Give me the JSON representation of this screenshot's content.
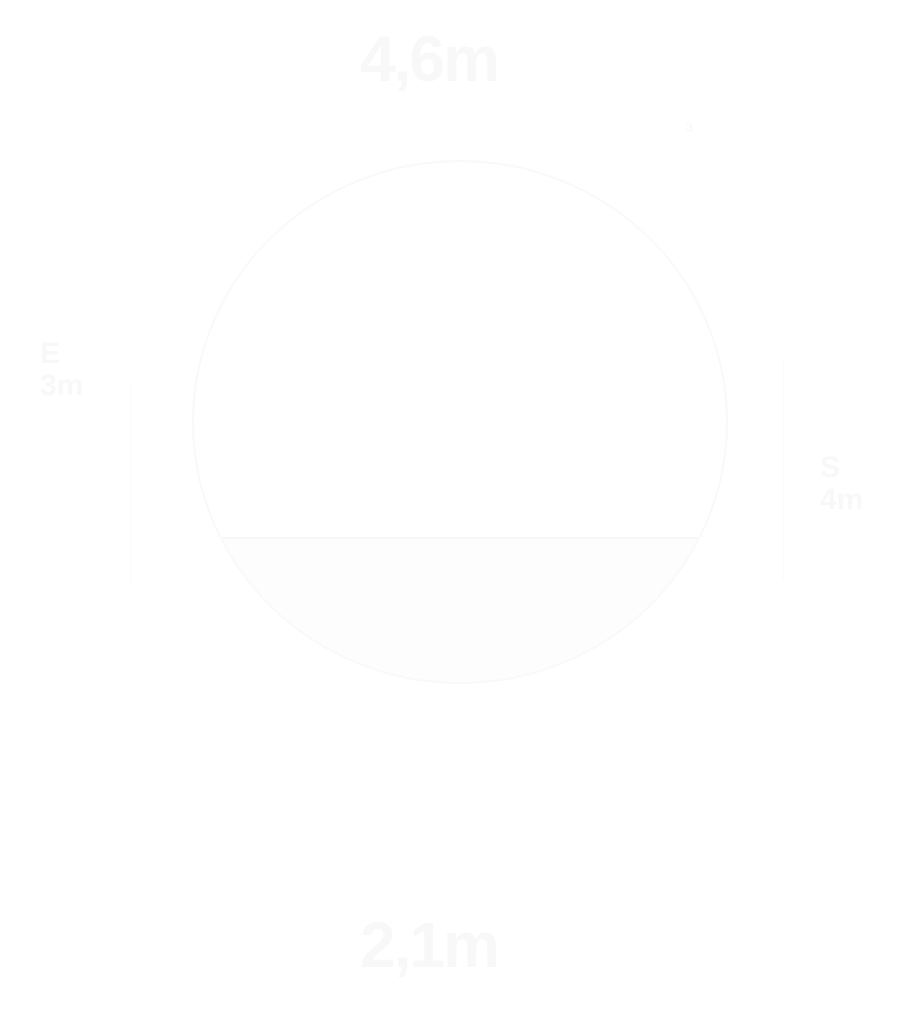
{
  "gauge": {
    "top_value": "4,6m",
    "bottom_value": "2,1m",
    "left_label": {
      "letter": "E",
      "value": "3m"
    },
    "right_label": {
      "letter": "S",
      "value": "4m"
    },
    "mark": "3"
  },
  "colors": {
    "background": "#ffffff",
    "outline": "#f9f9f9",
    "text": "#f8f8f8"
  }
}
